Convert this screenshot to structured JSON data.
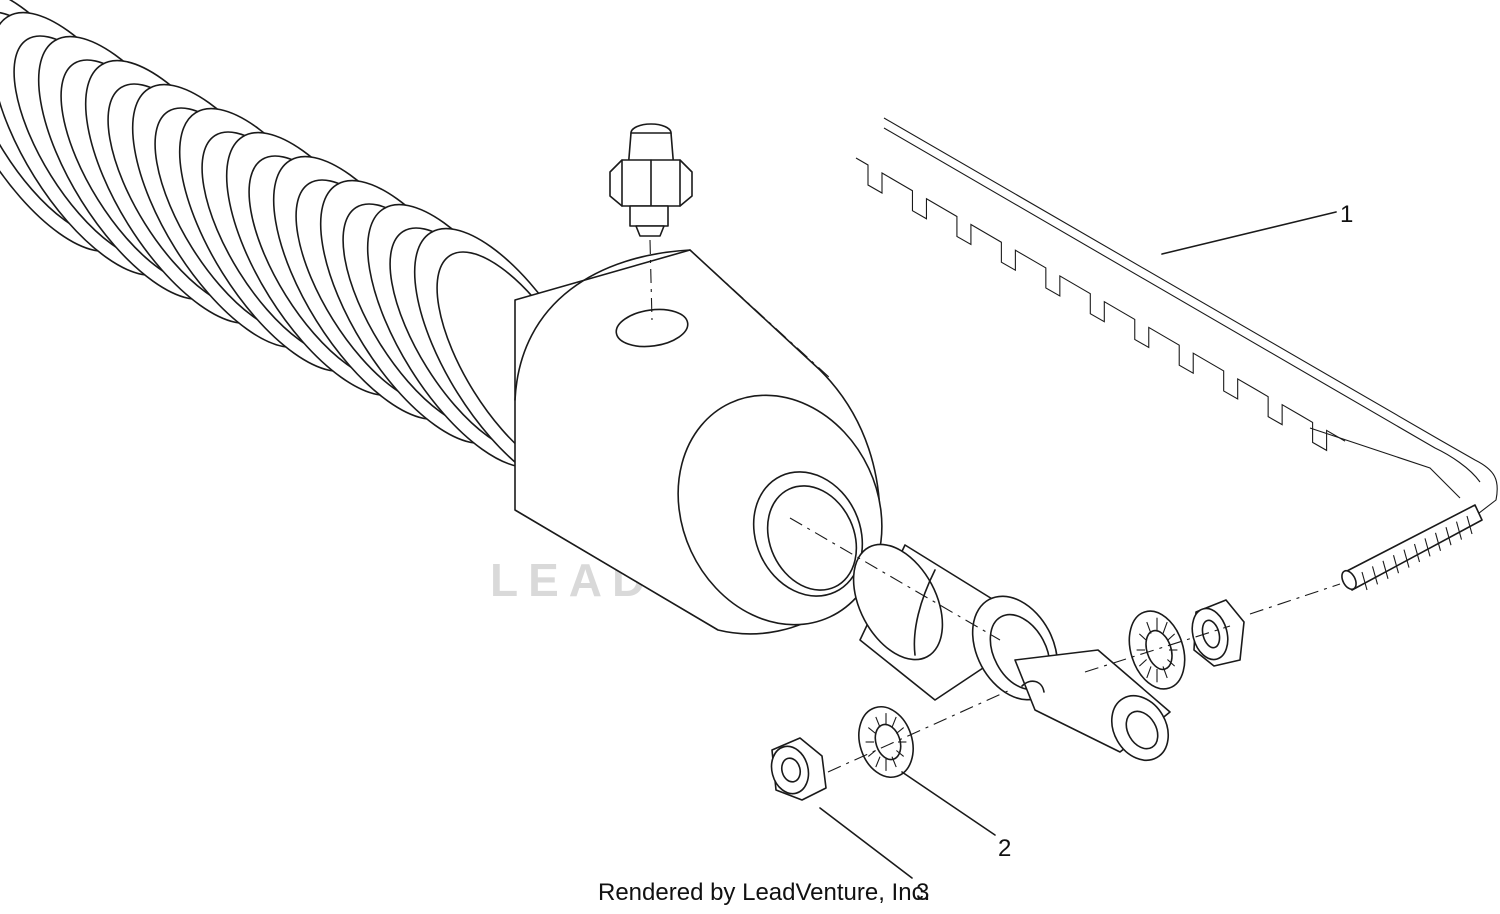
{
  "callouts": {
    "c1": "1",
    "c2": "2",
    "c3": "3"
  },
  "footer": {
    "credit": "Rendered by LeadVenture, Inc."
  },
  "watermark": {
    "text": "LEADVENTURE",
    "color": "#d9d9d9"
  },
  "colors": {
    "line": "#1a1a1a",
    "background": "#ffffff"
  }
}
